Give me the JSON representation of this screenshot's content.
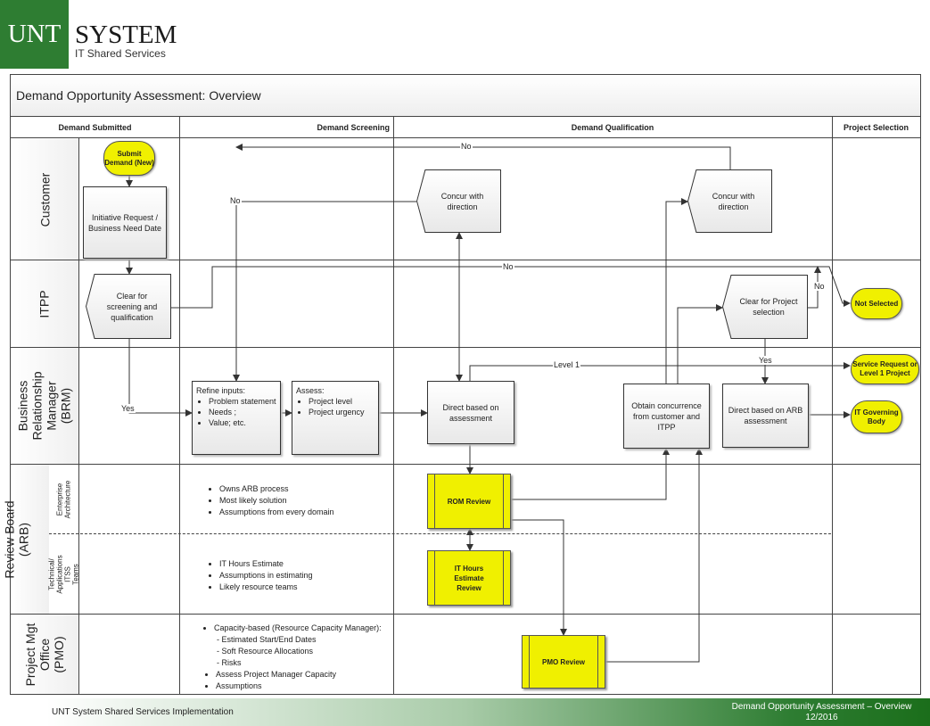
{
  "logo": {
    "mark": "UNT",
    "name": "SYSTEM",
    "subtitle": "IT Shared Services"
  },
  "title": "Demand Opportunity Assessment: Overview",
  "phases": [
    "Demand Submitted",
    "Demand Screening",
    "Demand Qualification",
    "Project Selection"
  ],
  "lanes": {
    "customer": "Customer",
    "itpp": "ITPP",
    "brm": "Business Relationship Manager (BRM)",
    "arb": "Architecture Review Board (ARB)",
    "arb_sub1": "Enterprise Architecture",
    "arb_sub2": "Technical/ Applications ITSS Teams",
    "pmo": "Project Mgt Office (PMO)"
  },
  "shapes": {
    "submit": "Submit Demand (New)",
    "initiative": "Initiative Request / Business Need Date",
    "clear_screening": "Clear for screening and qualification",
    "refine_title": "Refine inputs:",
    "refine_items": [
      "Problem statement",
      "Needs ;",
      "Value; etc."
    ],
    "assess_title": "Assess:",
    "assess_items": [
      "Project level",
      "Project urgency"
    ],
    "direct_assessment": "Direct based on assessment",
    "concur1": "Concur with direction",
    "concur2": "Concur with direction",
    "clear_project": "Clear for Project selection",
    "obtain": "Obtain concurrence from customer and ITPP",
    "direct_arb": "Direct based on ARB assessment",
    "not_selected": "Not Selected",
    "service_request": "Service Request or Level 1 Project",
    "it_governing": "IT Governing Body",
    "rom_review": "ROM Review",
    "it_hours_review": "IT Hours Estimate Review",
    "pmo_review": "PMO Review"
  },
  "notes": {
    "ea": [
      "Owns ARB process",
      "Most likely solution",
      "Assumptions from every domain"
    ],
    "itss": [
      "IT Hours Estimate",
      "Assumptions in estimating",
      "Likely resource teams"
    ],
    "pmo_main": "Capacity-based (Resource Capacity Manager):",
    "pmo_sub": [
      "- Estimated Start/End Dates",
      "- Soft Resource Allocations",
      "- Risks"
    ],
    "pmo_more": [
      "Assess Project Manager Capacity",
      "Assumptions"
    ]
  },
  "connector_labels": {
    "no_top": "No",
    "no_left": "No",
    "no_itpp": "No",
    "no_right": "No",
    "yes_left": "Yes",
    "yes_right": "Yes",
    "level1": "Level 1"
  },
  "footer": {
    "left": "UNT System Shared Services Implementation",
    "right_title": "Demand Opportunity Assessment – Overview",
    "right_date": "12/2016"
  },
  "colors": {
    "brand_green": "#2e7d32",
    "terminal_yellow": "#f0f000"
  }
}
